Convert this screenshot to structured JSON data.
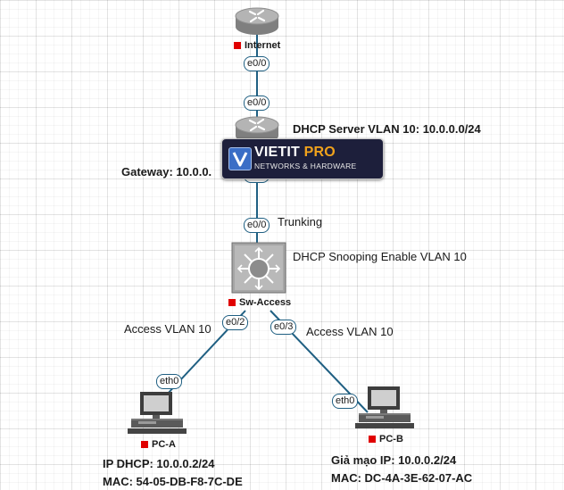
{
  "devices": {
    "internet": {
      "name": "Internet"
    },
    "sw_access": {
      "name": "Sw-Access"
    },
    "pc_a": {
      "name": "PC-A",
      "ip_line": "IP DHCP: 10.0.0.2/24",
      "mac_line": "MAC: 54-05-DB-F8-7C-DE"
    },
    "pc_b": {
      "name": "PC-B",
      "ip_line": "Giả mạo IP: 10.0.0.2/24",
      "mac_line": "MAC: DC-4A-3E-62-07-AC"
    }
  },
  "ports": {
    "internet_e00": "e0/0",
    "router_e00": "e0/0",
    "router_e01": "e0/1",
    "switch_e00": "e0/0",
    "switch_e02": "e0/2",
    "switch_e03": "e0/3",
    "pc_a_eth0": "eth0",
    "pc_b_eth0": "eth0"
  },
  "annotations": {
    "dhcp_server": "DHCP Server VLAN 10: 10.0.0.0/24",
    "gateway": "Gateway: 10.0.0.",
    "trunking": "Trunking",
    "snooping": "DHCP Snooping Enable VLAN 10",
    "access_left": "Access VLAN 10",
    "access_right": "Access VLAN 10"
  },
  "logo": {
    "name_main": "VIETIT",
    "name_accent": "PRO",
    "tagline": "NETWORKS & HARDWARE"
  },
  "colors": {
    "link": "#1f5f82",
    "status_marker": "#e00000",
    "logo_bg": "#1d1f3b",
    "logo_accent": "#f0a21c"
  }
}
